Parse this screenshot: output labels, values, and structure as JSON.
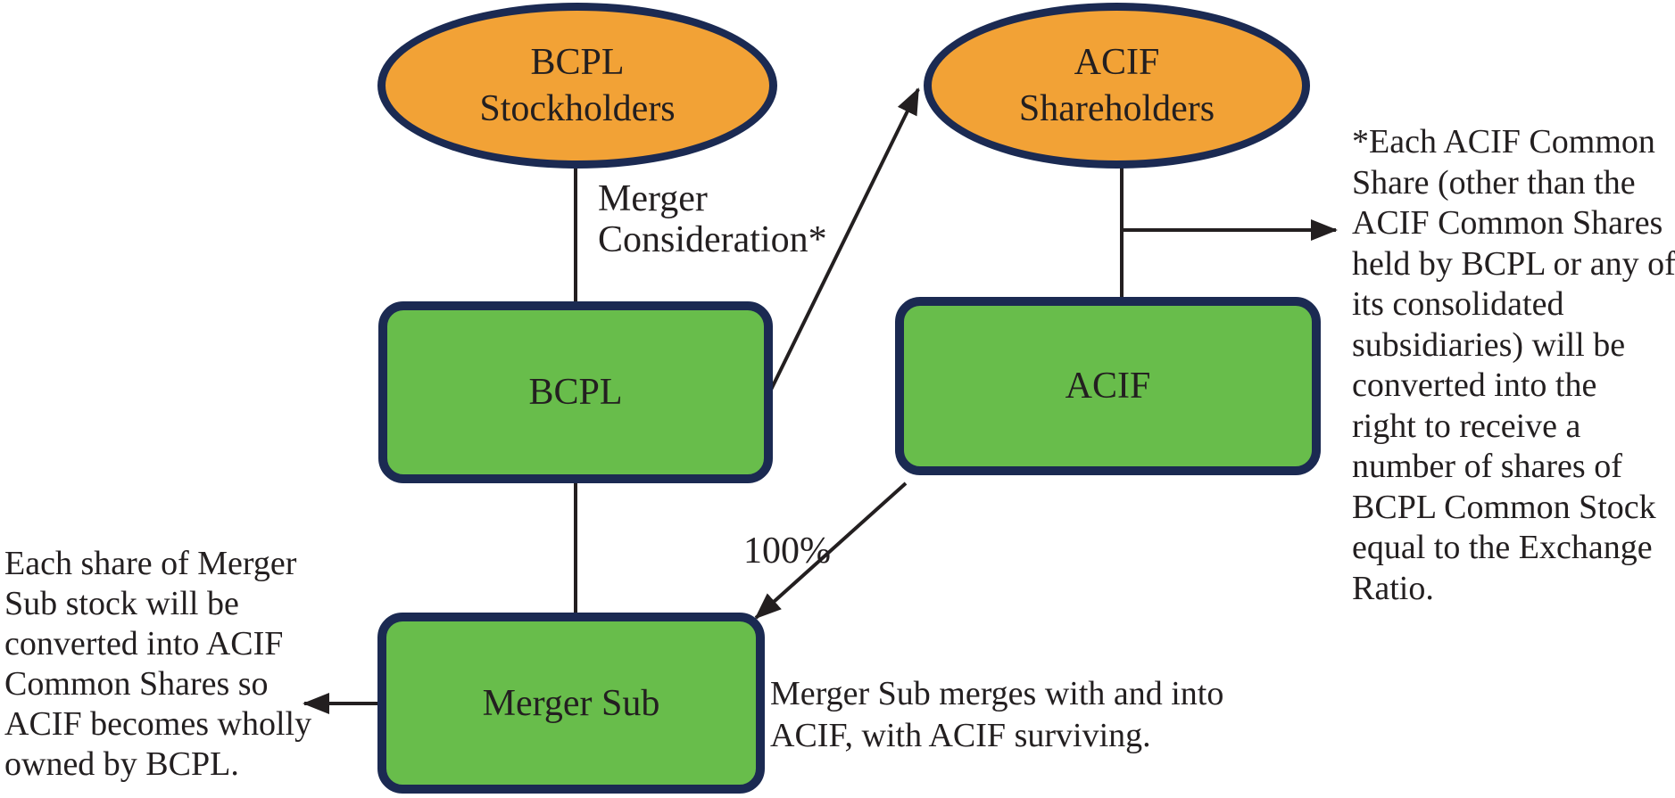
{
  "diagram_title": "Merger structure diagram",
  "colors": {
    "node_fill_orange": "#f2a236",
    "node_fill_green": "#68bd4b",
    "node_border_navy": "#1b2a52",
    "line_and_text_black": "#231f20",
    "background": "#ffffff"
  },
  "nodes": {
    "bcpl_stockholders": {
      "label": [
        "BCPL",
        "Stockholders"
      ]
    },
    "acif_shareholders": {
      "label": [
        "ACIF",
        "Shareholders"
      ]
    },
    "bcpl": {
      "label": "BCPL"
    },
    "acif": {
      "label": "ACIF"
    },
    "merger_sub": {
      "label": "Merger Sub"
    }
  },
  "annotations": {
    "merger_consideration": [
      "Merger",
      "Consideration*"
    ],
    "ownership_pct": "100%",
    "right_note": [
      "*Each ACIF Common",
      "Share (other than the",
      "ACIF Common Shares",
      "held by BCPL or any of",
      "its consolidated",
      "subsidiaries) will be",
      "converted into the",
      "right to receive a",
      "number of shares of",
      "BCPL Common Stock",
      "equal to the Exchange",
      "Ratio."
    ],
    "left_note": [
      "Each share of Merger",
      "Sub stock will be",
      "converted into ACIF",
      "Common Shares so",
      "ACIF becomes wholly",
      "owned by BCPL."
    ],
    "bottom_note": [
      "Merger Sub merges with and into",
      "ACIF, with ACIF surviving."
    ]
  }
}
